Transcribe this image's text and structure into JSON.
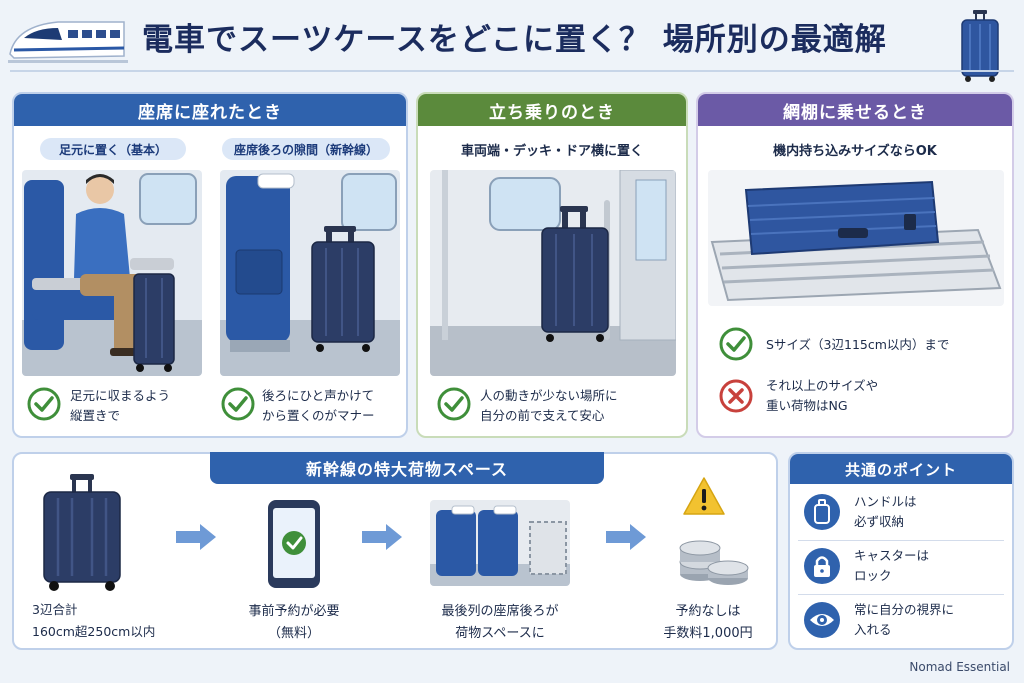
{
  "header": {
    "title": "電車でスーツケースをどこに置く？ 場所別の最適解"
  },
  "seated": {
    "heading": "座席に座れたとき",
    "left": {
      "tag": "足元に置く（基本）",
      "note_line1": "足元に収まるよう",
      "note_line2": "縦置きで"
    },
    "right": {
      "tag": "座席後ろの隙間（新幹線）",
      "note_line1": "後ろにひと声かけて",
      "note_line2": "から置くのがマナー"
    }
  },
  "standing": {
    "heading": "立ち乗りのとき",
    "sub": "車両端・デッキ・ドア横に置く",
    "note_line1": "人の動きが少ない場所に",
    "note_line2": "自分の前で支えて安心"
  },
  "rack": {
    "heading": "網棚に乗せるとき",
    "sub": "機内持ち込みサイズならOK",
    "ok_text": "Sサイズ（3辺115cm以内）まで",
    "ng_line1": "それ以上のサイズや",
    "ng_line2": "重い荷物はNG"
  },
  "shinkansen": {
    "heading": "新幹線の特大荷物スペース",
    "steps": [
      {
        "line1": "3辺合計",
        "line2": "160cm超250cm以内"
      },
      {
        "line1": "事前予約が必要",
        "line2": "（無料）"
      },
      {
        "line1": "最後列の座席後ろが",
        "line2": "荷物スペースに"
      },
      {
        "line1": "予約なしは",
        "line2": "手数料1,000円"
      }
    ]
  },
  "common": {
    "heading": "共通のポイント",
    "items": [
      {
        "line1": "ハンドルは",
        "line2": "必ず収納",
        "icon": "handle-icon"
      },
      {
        "line1": "キャスターは",
        "line2": "ロック",
        "icon": "lock-icon"
      },
      {
        "line1": "常に自分の視界に",
        "line2": "入れる",
        "icon": "eye-icon"
      }
    ]
  },
  "footer": {
    "brand": "Nomad Essential"
  },
  "colors": {
    "blue_head": "#2f62ad",
    "green_head": "#5b8a3c",
    "purple_head": "#6b5aa6",
    "ok_green": "#3f8f3a",
    "ng_red": "#c8413c"
  }
}
